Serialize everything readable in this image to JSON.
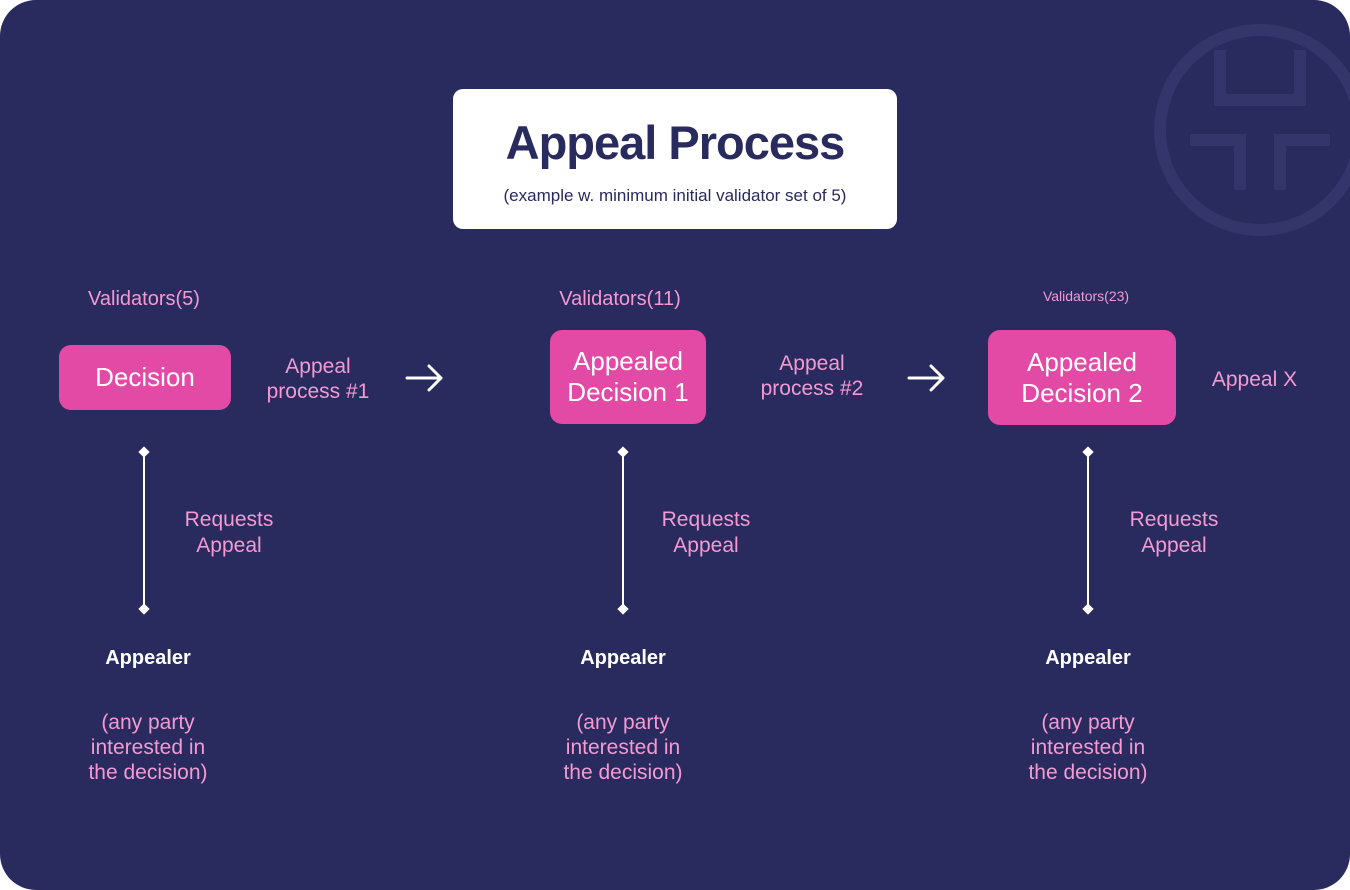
{
  "header": {
    "title": "Appeal Process",
    "subtitle": "(example w. minimum initial validator set of 5)"
  },
  "stages": [
    {
      "validators": "Validators(5)",
      "box": "Decision",
      "process": "Appeal\nprocess #1",
      "requests": "Requests\nAppeal",
      "appealer": "Appealer",
      "appealer_desc": "(any party\ninterested in\nthe decision)"
    },
    {
      "validators": "Validators(11)",
      "box": "Appealed\nDecision 1",
      "process": "Appeal\nprocess #2",
      "requests": "Requests\nAppeal",
      "appealer": "Appealer",
      "appealer_desc": "(any party\ninterested in\nthe decision)"
    },
    {
      "validators": "Validators(23)",
      "box": "Appealed\nDecision 2",
      "process": "Appeal X",
      "requests": "Requests\nAppeal",
      "appealer": "Appealer",
      "appealer_desc": "(any party\ninterested in\nthe decision)"
    }
  ],
  "colors": {
    "background": "#292a5e",
    "box": "#e34aa6",
    "label": "#f49ad3",
    "white": "#ffffff"
  },
  "icons": {
    "arrow": "right-arrow-icon",
    "logo": "logo-watermark-icon"
  }
}
